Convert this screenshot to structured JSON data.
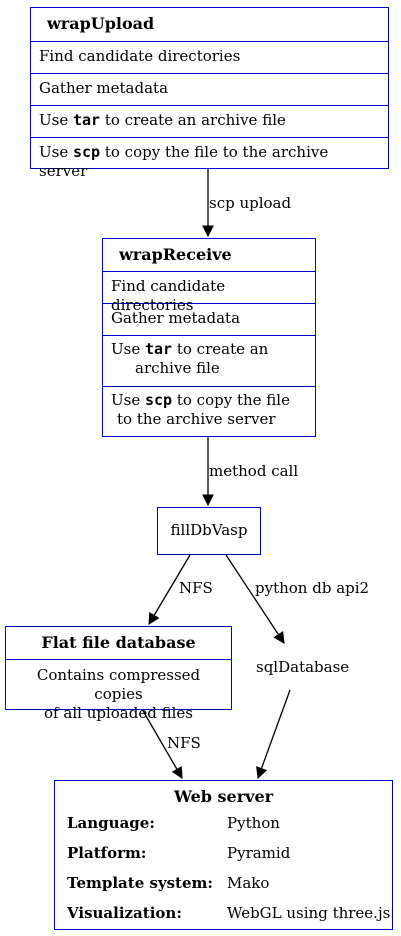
{
  "wrapUpload": {
    "title": "wrapUpload",
    "row1": "Find candidate directories",
    "row2": "Gather metadata",
    "row3_pre": "Use ",
    "row3_code": "tar",
    "row3_post": " to create an archive file",
    "row4_pre": "Use ",
    "row4_code": "scp",
    "row4_post": " to copy the file to the archive server"
  },
  "wrapReceive": {
    "title": "wrapReceive",
    "row1": "Find candidate directories",
    "row2": "Gather metadata",
    "row3_pre": "Use ",
    "row3_code": "tar",
    "row3_post": " to create an",
    "row3_line2": "archive file",
    "row4_pre": "Use ",
    "row4_code": "scp",
    "row4_post": " to copy the file",
    "row4_line2": "to the archive server"
  },
  "fillDbVasp": {
    "label": "fillDbVasp"
  },
  "flatFile": {
    "title": "Flat file database",
    "line1": "Contains compressed copies",
    "line2": "of all uploaded files"
  },
  "sqlDatabase": {
    "label": "sqlDatabase"
  },
  "webServer": {
    "title": "Web server",
    "rows": [
      {
        "key": "Language:",
        "value": "Python"
      },
      {
        "key": "Platform:",
        "value": "Pyramid"
      },
      {
        "key": "Template system:",
        "value": "Mako"
      },
      {
        "key": "Visualization:",
        "value": "WebGL using three.js"
      }
    ]
  },
  "edges": {
    "upload_to_receive": "scp upload",
    "receive_to_fill": "method call",
    "fill_to_flat": "NFS",
    "fill_to_sql": "python db api2",
    "flat_to_web": "NFS"
  }
}
